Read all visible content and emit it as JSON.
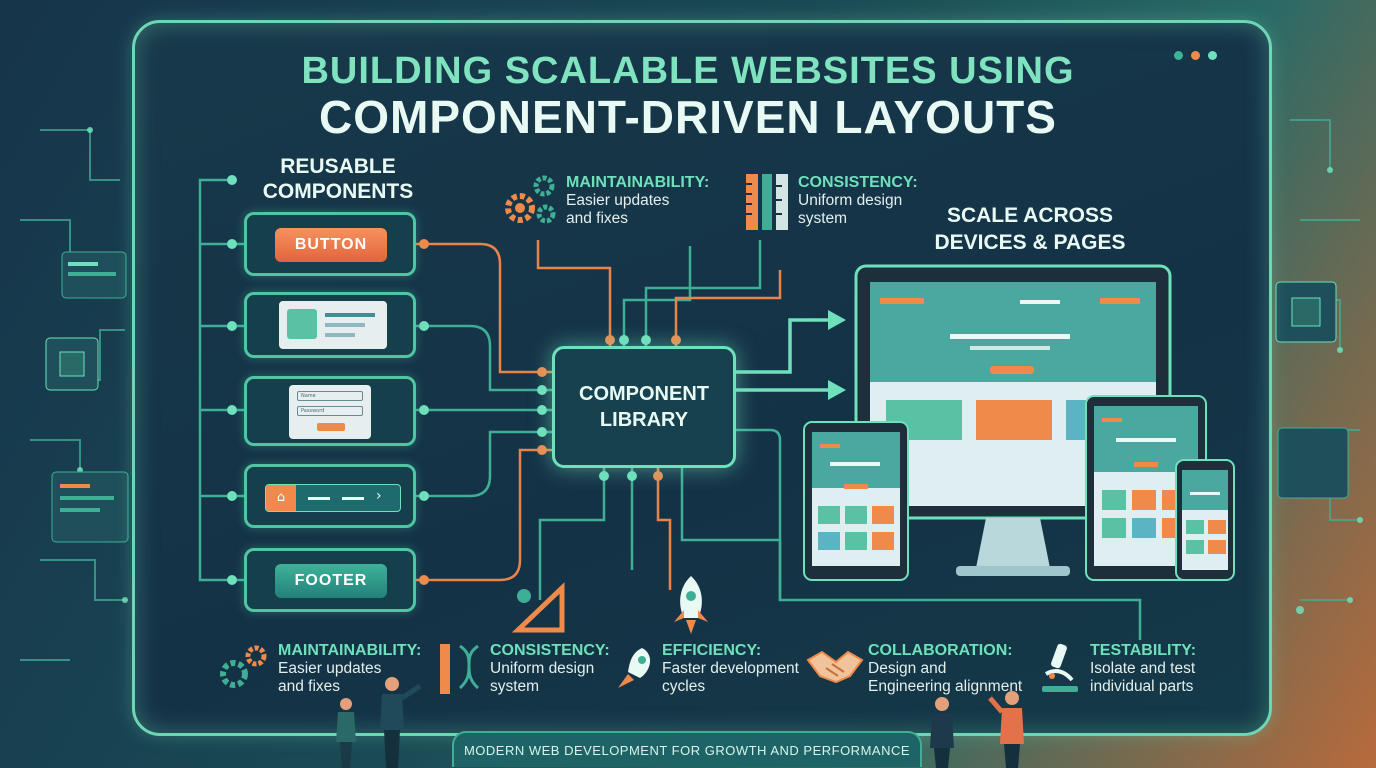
{
  "title": {
    "line1": "BUILDING SCALABLE WEBSITES USING",
    "line2": "COMPONENT-DRIVEN LAYOUTS"
  },
  "components": {
    "heading": "REUSABLE\nCOMPONENTS",
    "button_label": "BUTTON",
    "footer_label": "FOOTER",
    "form_field_1": "Name",
    "form_field_2": "Password"
  },
  "library": {
    "label": "COMPONENT\nLIBRARY"
  },
  "scale": {
    "label": "SCALE ACROSS\nDEVICES & PAGES"
  },
  "top_benefits": [
    {
      "title": "MAINTAINABILITY:",
      "desc": "Easier updates\nand fixes",
      "icon": "gears-icon"
    },
    {
      "title": "CONSISTENCY:",
      "desc": "Uniform design\nsystem",
      "icon": "ruler-icon"
    }
  ],
  "bottom_benefits": [
    {
      "title": "MAINTAINABILITY:",
      "desc": "Easier updates\nand fixes",
      "icon": "gears-icon"
    },
    {
      "title": "CONSISTENCY:",
      "desc": "Uniform design\nsystem",
      "icon": "ruler-dna-icon"
    },
    {
      "title": "EFFICIENCY:",
      "desc": "Faster development\ncycles",
      "icon": "rocket-icon"
    },
    {
      "title": "COLLABORATION:",
      "desc": "Design and\nEngineering alignment",
      "icon": "handshake-icon"
    },
    {
      "title": "TESTABILITY:",
      "desc": "Isolate and test\nindividual parts",
      "icon": "microscope-icon"
    }
  ],
  "banner": "MODERN WEB DEVELOPMENT FOR GROWTH AND PERFORMANCE",
  "colors": {
    "accent": "#6fe0bc",
    "orange": "#f08a4b",
    "frame": "#6fd6b4",
    "panel": "#143246"
  }
}
